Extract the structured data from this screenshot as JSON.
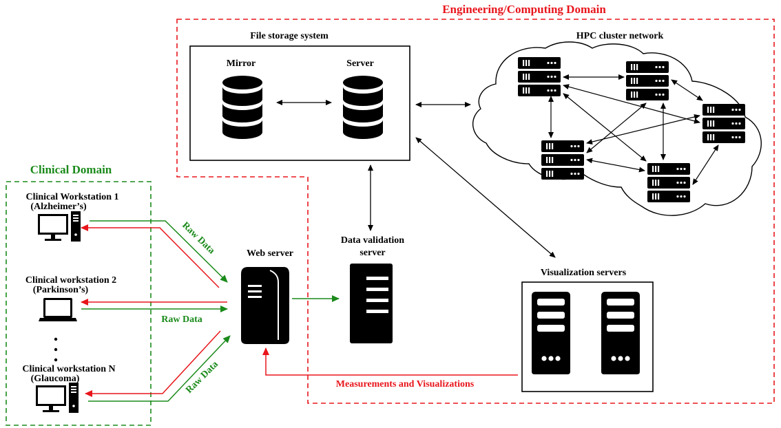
{
  "domains": {
    "engineering": {
      "title": "Engineering/Computing Domain",
      "color": "#e8151b"
    },
    "clinical": {
      "title": "Clinical Domain",
      "color": "#1a8a1a"
    }
  },
  "storage": {
    "title": "File storage system",
    "mirror_label": "Mirror",
    "server_label": "Server"
  },
  "hpc": {
    "title": "HPC cluster network"
  },
  "web_server": {
    "label": "Web server"
  },
  "validation": {
    "label_line1": "Data validation",
    "label_line2": "server"
  },
  "visualization": {
    "title": "Visualization servers"
  },
  "workstations": [
    {
      "name": "Clinical Workstation 1",
      "condition": "(Alzheimer’s)"
    },
    {
      "name": "Clinical workstation 2",
      "condition": "(Parkinson’s)"
    },
    {
      "name": "Clinical workstation N",
      "condition": "(Glaucoma)"
    }
  ],
  "flows": {
    "raw_data_1": "Raw Data",
    "raw_data_2": "Raw Data",
    "raw_data_3": "Raw Data",
    "measurements": "Measurements and Visualizations"
  },
  "colors": {
    "green": "#1a8a1a",
    "red": "#e8151b",
    "black": "#000000"
  }
}
